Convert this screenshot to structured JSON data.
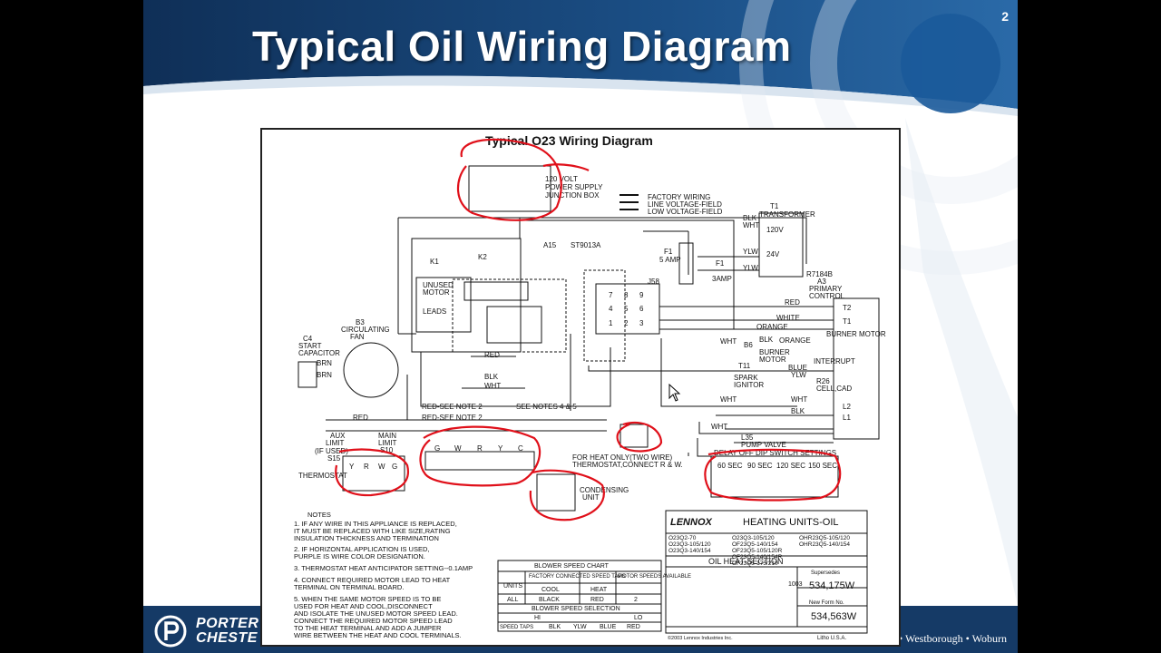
{
  "slide": {
    "title": "Typical Oil Wiring Diagram",
    "page_number": "2",
    "footer_locations": "• Westborough • Woburn",
    "logo_line1": "PORTER",
    "logo_line2": "CHESTE"
  },
  "diagram": {
    "title": "Typical O23 Wiring Diagram",
    "power_supply_label": [
      "120 VOLT",
      "POWER SUPPLY",
      "JUNCTION BOX"
    ],
    "legend": [
      "FACTORY WIRING",
      "LINE VOLTAGE-FIELD",
      "LOW VOLTAGE-FIELD"
    ],
    "transformer_label": [
      "T1",
      "TRANSFORMER"
    ],
    "transformer_120": "120V",
    "transformer_24": "24V",
    "primary_control": [
      "R7184B",
      "A3",
      "PRIMARY",
      "CONTROL"
    ],
    "circulating_fan": [
      "B3",
      "CIRCULATING",
      "FAN"
    ],
    "start_capacitor": [
      "C4",
      "START",
      "CAPACITOR"
    ],
    "board_labels": [
      "A15",
      "ST9013A"
    ],
    "fuse_label": [
      "F1",
      "5 AMP"
    ],
    "fuse2_label": [
      "F1",
      "3AMP"
    ],
    "relays": [
      "K1",
      "K2"
    ],
    "unused_motor": [
      "UNUSED",
      "MOTOR",
      "LEADS"
    ],
    "j58": "J58",
    "terminal_numbers": [
      "7",
      "8",
      "9",
      "4",
      "5",
      "6",
      "1",
      "2",
      "3"
    ],
    "wire_colors": {
      "blk": "BLK",
      "wht": "WHT",
      "red": "RED",
      "ylw": "YLW",
      "orange": "ORANGE",
      "blue": "BLUE",
      "brn": "BRN",
      "white": "WHITE"
    },
    "primary_terminals": [
      "T2",
      "T1",
      "BURNER MOTOR",
      "INTERRUPT",
      "L2",
      "L1"
    ],
    "burner_motor": [
      "B6",
      "BURNER",
      "MOTOR"
    ],
    "spark_ignitor": [
      "T11",
      "SPARK",
      "IGNITOR"
    ],
    "cell": [
      "R26",
      "CELL,CAD"
    ],
    "pump_valve": [
      "L35",
      "PUMP VALVE"
    ],
    "notes_red": [
      "RED-SEE NOTE 2",
      "RED-SEE NOTE 2",
      "SEE NOTES 4 & 5"
    ],
    "aux_limit": [
      "AUX",
      "LIMIT",
      "(IF USED)",
      "S15"
    ],
    "main_limit": [
      "MAIN",
      "LIMIT",
      "S10"
    ],
    "thermostat": "THERMOSTAT",
    "thermostat_terminals": [
      "Y",
      "R",
      "W",
      "G"
    ],
    "board_terminals": [
      "G",
      "W",
      "R",
      "Y",
      "C"
    ],
    "heat_only_note": [
      "FOR HEAT ONLY(TWO WIRE)",
      "THERMOSTAT,CONNECT R & W."
    ],
    "condensing_unit": [
      "CONDENSING",
      "UNIT"
    ],
    "delay_title": "DELAY OFF DIP SWITCH SETTINGS",
    "delay_settings": [
      "60 SEC",
      "90 SEC",
      "120 SEC",
      "150 SEC"
    ],
    "notes_title": "NOTES",
    "notes": [
      "1.  IF ANY WIRE IN THIS APPLIANCE IS REPLACED,",
      "     IT MUST BE REPLACED WITH LIKE SIZE,RATING",
      "     INSULATION THICKNESS AND TERMINATION",
      "2.  IF HORIZONTAL APPLICATION IS USED,",
      "     PURPLE IS WIRE COLOR DESIGNATION.",
      "3.  THERMOSTAT HEAT ANTICIPATOR SETTING--0.1AMP",
      "4.  CONNECT REQUIRED MOTOR LEAD TO HEAT",
      "     TERMINAL ON TERMINAL BOARD.",
      "5.  WHEN THE SAME MOTOR SPEED IS TO BE",
      "     USED FOR HEAT AND COOL,DISCONNECT",
      "     AND ISOLATE THE UNUSED MOTOR SPEED LEAD.",
      "     CONNECT THE REQUIRED MOTOR SPEED LEAD",
      "     TO THE HEAT TERMINAL AND ADD A JUMPER",
      "     WIRE BETWEEN THE HEAT AND COOL TERMINALS."
    ],
    "blower_chart": {
      "title": "BLOWER SPEED CHART",
      "header": [
        "UNITS",
        "FACTORY CONNECTED SPEED TAPS",
        "MOTOR SPEEDS AVAILABLE"
      ],
      "subheader": [
        "COOL",
        "HEAT"
      ],
      "row": [
        "ALL",
        "BLACK",
        "RED",
        "2"
      ],
      "selection_title": "BLOWER SPEED SELECTION",
      "selection_hi_lo": [
        "HI",
        "LO"
      ],
      "selection_row": [
        "SPEED TAPS",
        "BLK",
        "YLW",
        "BLUE",
        "RED"
      ]
    },
    "lennox": {
      "brand": "LENNOX",
      "heading": "HEATING UNITS-OIL",
      "models": [
        "O23Q2-70",
        "O23Q3-105/120",
        "O23Q3-140/154",
        "O23Q3-105/120",
        "OF23Q5-140/154",
        "OF23Q5-105/120R",
        "OF23Q5-140/154R",
        "OF23Q5-175/210",
        "OHR23Q5-105/120",
        "OHR23Q5-140/154"
      ],
      "section": "OIL HEAT-SECTION",
      "code": "1003",
      "supersedes_label": "Supersedes",
      "supersedes": "534,175W",
      "new_form_label": "New Form No.",
      "new_form": "534,563W",
      "litho": "Litho U.S.A.",
      "copyright": "©2003 Lennox Industries Inc."
    }
  }
}
